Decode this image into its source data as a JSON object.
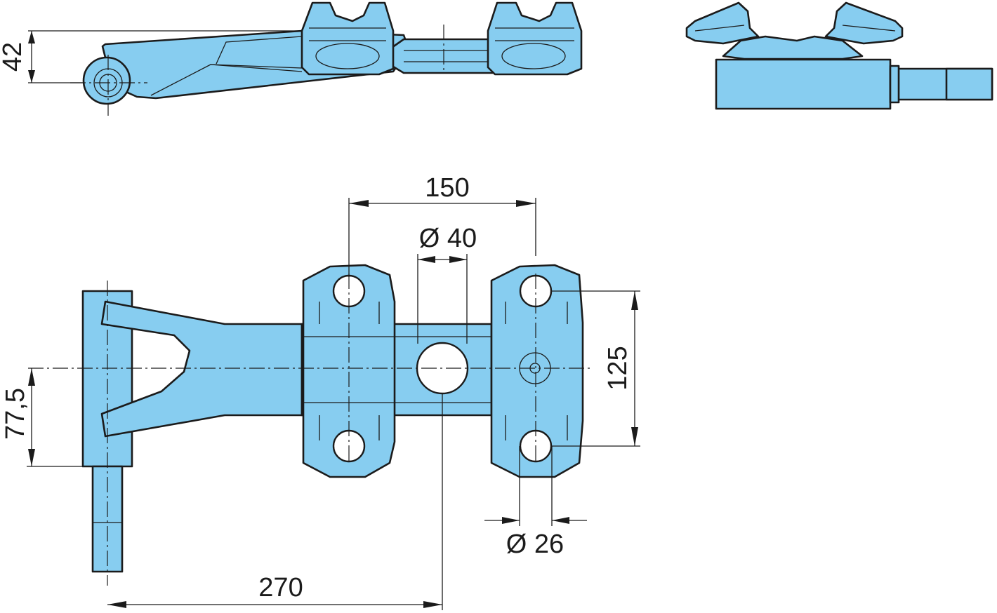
{
  "colors": {
    "part": "#87cdf0",
    "edge": "#1b1b1b",
    "dim": "#1b1b1b",
    "background": "#ffffff"
  },
  "dimensions": {
    "height": "42",
    "hole_spacing": "150",
    "center_bore": "Ø 40",
    "vertical_spacing": "125",
    "offset": "77,5",
    "bolt_hole": "Ø 26",
    "length": "270"
  }
}
